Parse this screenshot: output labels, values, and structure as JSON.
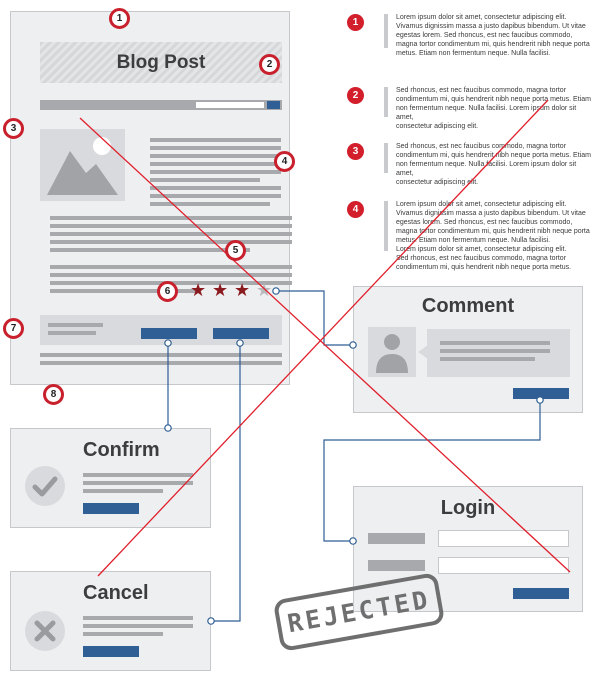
{
  "blog": {
    "title": "Blog Post"
  },
  "panels": {
    "comment": {
      "title": "Comment"
    },
    "confirm": {
      "title": "Confirm"
    },
    "login": {
      "title": "Login"
    },
    "cancel": {
      "title": "Cancel"
    }
  },
  "stamp": {
    "text": "REJECTED"
  },
  "rating": {
    "filled": 3,
    "total": 4,
    "color": "#8b1a1f"
  },
  "markers": [
    "1",
    "2",
    "3",
    "4",
    "5",
    "6",
    "7",
    "8"
  ],
  "legend": [
    {
      "number": "1",
      "text": "Lorem ipsum dolor sit amet, consectetur adipiscing elit.\nVivamus dignissim massa a justo dapibus bibendum. Ut vitae\negestas lorem. Sed rhoncus, est nec faucibus commodo,\nmagna tortor condimentum mi, quis hendrerit nibh neque porta\nmetus. Etiam non fermentum neque. Nulla facilisi."
    },
    {
      "number": "2",
      "text": "Sed rhoncus, est nec faucibus commodo, magna tortor\ncondimentum mi, quis hendrerit nibh neque porta metus. Etiam\nnon fermentum neque. Nulla facilisi. Lorem ipsum dolor sit amet,\nconsectetur adipiscing elit."
    },
    {
      "number": "3",
      "text": "Sed rhoncus, est nec faucibus commodo, magna tortor\ncondimentum mi, quis hendrerit nibh neque porta metus. Etiam\nnon fermentum neque. Nulla facilisi. Lorem ipsum dolor sit amet,\nconsectetur adipiscing elit."
    },
    {
      "number": "4",
      "text": "Lorem ipsum dolor sit amet, consectetur adipiscing elit.\nVivamus dignissim massa a justo dapibus bibendum. Ut vitae\negestas lorem. Sed rhoncus, est nec faucibus commodo,\nmagna tortor condimentum mi, quis hendrerit nibh neque porta\nmetus. Etiam non fermentum neque. Nulla facilisi.\nLorem ipsum dolor sit amet, consectetur adipiscing elit.\nSed rhoncus, est nec faucibus commodo, magna tortor\ncondimentum mi, quis hendrerit nibh neque porta metus."
    }
  ],
  "colors": {
    "accent_red": "#d21f2b",
    "button_blue": "#2f5f95",
    "line_blue": "#2f5f95",
    "cross_red": "#e0202c",
    "panel_bg": "#eeeff1"
  }
}
